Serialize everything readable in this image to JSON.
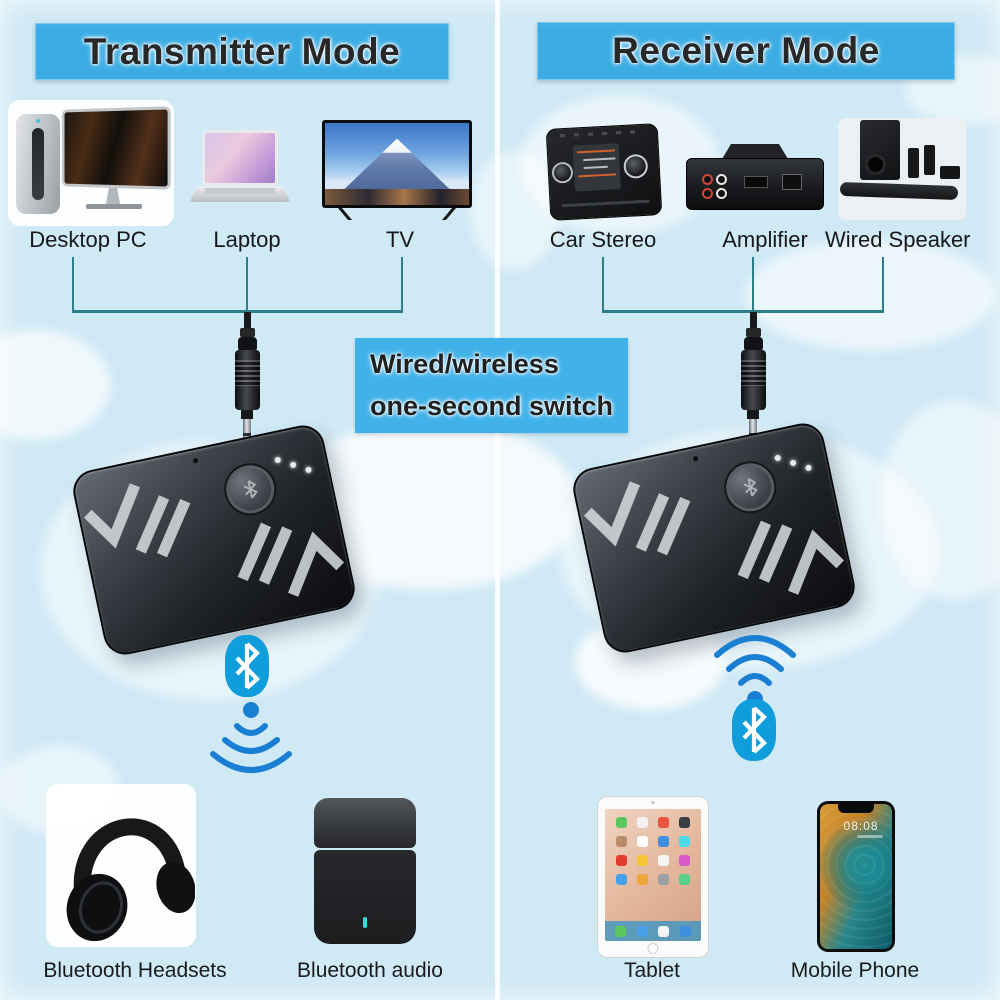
{
  "colors": {
    "background": "#cfe9f5",
    "header_bg": "#3bade4",
    "note_bg": "#41b2e9",
    "connector_teal": "#2d7e8b",
    "bluetooth_blue": "#0f9edb",
    "signal_blue": "#1a7fd2",
    "label_text": "#17181a",
    "header_text": "#26282a"
  },
  "left_panel": {
    "header": "Transmitter Mode",
    "sources": [
      {
        "label": "Desktop PC",
        "icon": "desktop-pc-image"
      },
      {
        "label": "Laptop",
        "icon": "laptop-image"
      },
      {
        "label": "TV",
        "icon": "tv-image"
      }
    ],
    "outputs": [
      {
        "label": "Bluetooth Headsets",
        "icon": "headphones-image"
      },
      {
        "label": "Bluetooth audio",
        "icon": "speaker-image"
      }
    ]
  },
  "right_panel": {
    "header": "Receiver Mode",
    "sources": [
      {
        "label": "Car Stereo",
        "icon": "car-stereo-image"
      },
      {
        "label": "Amplifier",
        "icon": "amplifier-image"
      },
      {
        "label": "Wired Speaker",
        "icon": "wired-speaker-image"
      }
    ],
    "outputs": [
      {
        "label": "Tablet",
        "icon": "tablet-image"
      },
      {
        "label": "Mobile Phone",
        "icon": "mobile-phone-image"
      }
    ]
  },
  "center_note": {
    "line1": "Wired/wireless",
    "line2": "one-second switch"
  },
  "phone_screen": {
    "time": "08:08"
  },
  "icons": {
    "bluetooth": "bluetooth-icon",
    "signal_waves": "signal-waves-icon",
    "audio_jack": "audio-jack-plug-icon"
  }
}
